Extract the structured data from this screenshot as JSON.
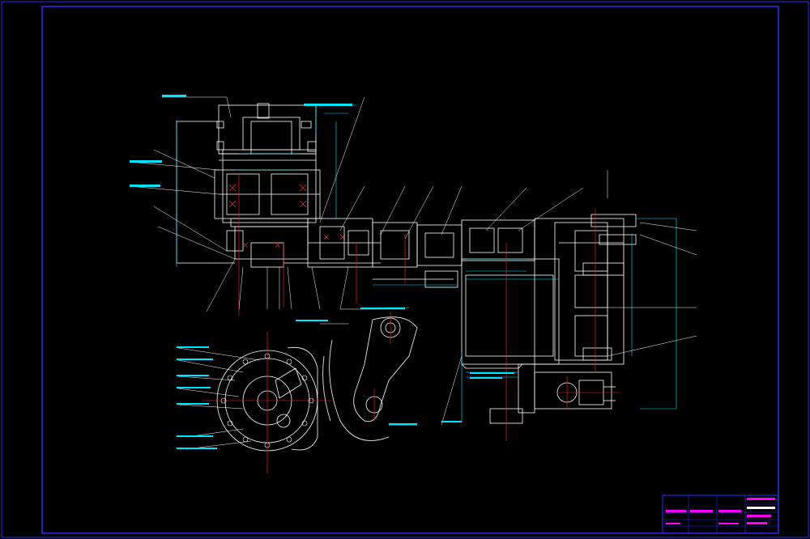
{
  "colors": {
    "background": "#000000",
    "frame": "#0000ff",
    "geometry": "#ffffff",
    "dimension": "#00ffff",
    "centerline": "#ff0000",
    "titleblock_text": "#ff00ff"
  },
  "drawing": {
    "leader_count_top_left": 8,
    "leader_count_bottom": 9,
    "leader_count_right": 5
  },
  "title_block": {
    "school_line1": "",
    "school_line2": "",
    "drawing_name": "",
    "part_name": ""
  }
}
